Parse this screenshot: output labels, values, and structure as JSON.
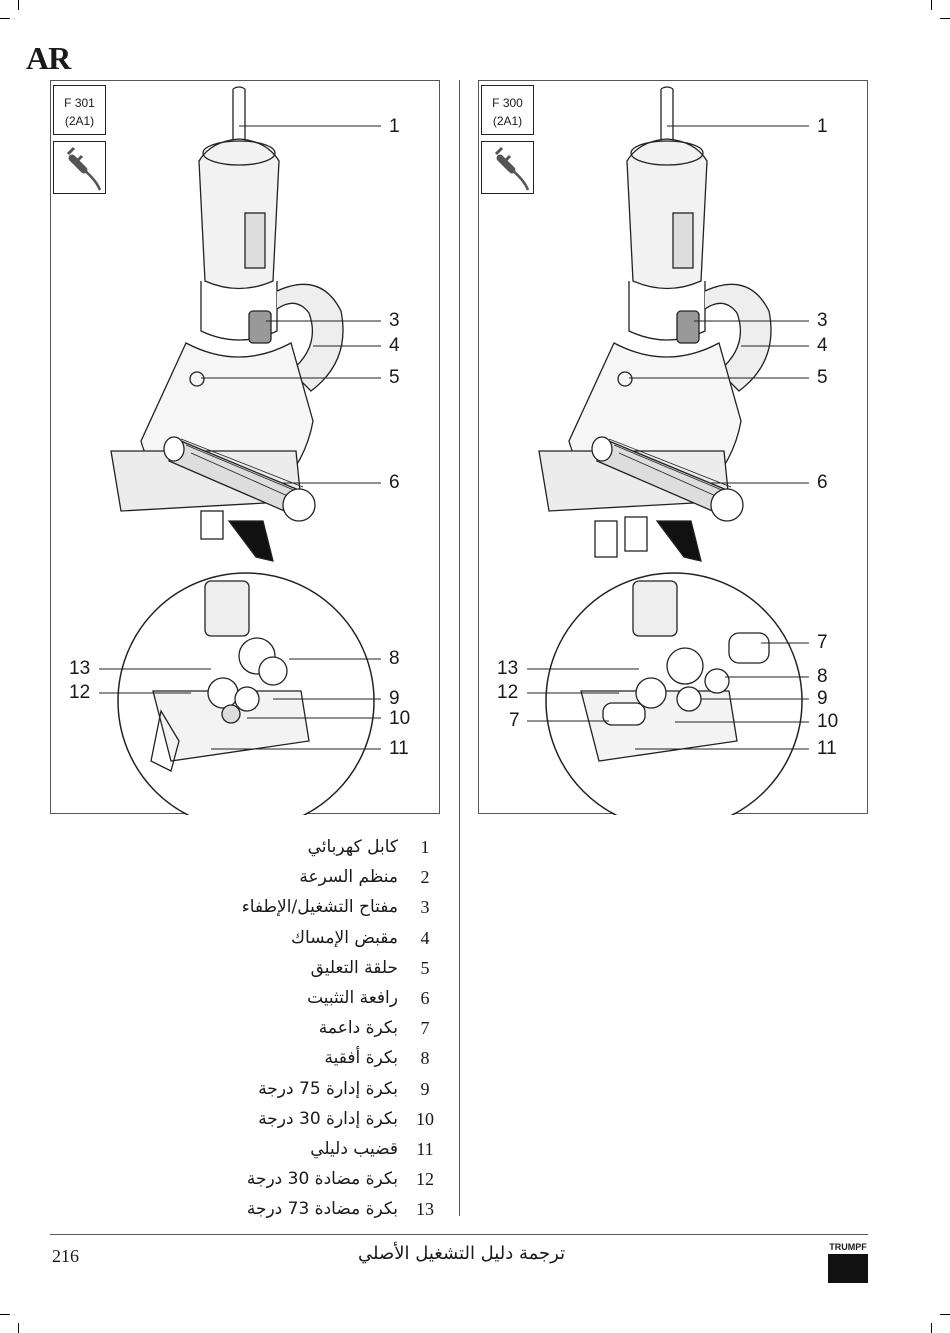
{
  "language_code": "AR",
  "figures": {
    "left": {
      "model": "F 301",
      "code": "(2A1)",
      "callouts": [
        "1",
        "3",
        "4",
        "5",
        "6",
        "8",
        "9",
        "10",
        "11",
        "13",
        "12"
      ]
    },
    "right": {
      "model": "F 300",
      "code": "(2A1)",
      "callouts": [
        "1",
        "3",
        "4",
        "5",
        "6",
        "7",
        "8",
        "9",
        "10",
        "11",
        "13",
        "12",
        "7"
      ]
    }
  },
  "legend": [
    {
      "num": "1",
      "label": "كابل كهربائي"
    },
    {
      "num": "2",
      "label": "منظم السرعة"
    },
    {
      "num": "3",
      "label": "مفتاح التشغيل/الإطفاء"
    },
    {
      "num": "4",
      "label": "مقبض الإمساك"
    },
    {
      "num": "5",
      "label": "حلقة التعليق"
    },
    {
      "num": "6",
      "label": "رافعة التثبيت"
    },
    {
      "num": "7",
      "label": "بكرة داعمة"
    },
    {
      "num": "8",
      "label": "بكرة أفقية"
    },
    {
      "num": "9",
      "label": "بكرة إدارة 75 درجة"
    },
    {
      "num": "10",
      "label": "بكرة إدارة 30 درجة"
    },
    {
      "num": "11",
      "label": "قضيب دليلي"
    },
    {
      "num": "12",
      "label": "بكرة مضادة 30 درجة"
    },
    {
      "num": "13",
      "label": "بكرة مضادة 73 درجة"
    }
  ],
  "footer": {
    "page_number": "216",
    "title": "ترجمة دليل التشغيل الأصلي",
    "brand": "TRUMPF"
  }
}
